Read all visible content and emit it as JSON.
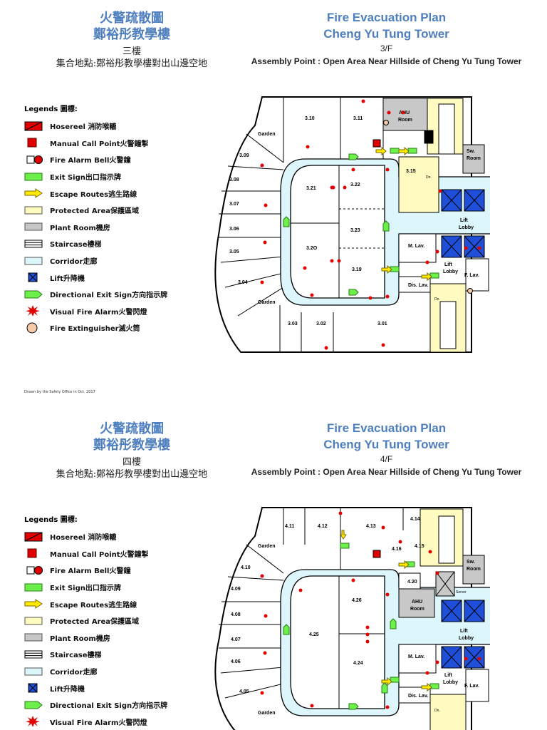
{
  "sheet1": {
    "title_zh": "火警疏散圖",
    "building_zh": "鄭裕彤教學樓",
    "floor_zh": "三樓",
    "assembly_zh": "集合地點:鄭裕彤教學樓對出山邊空地",
    "title_en": "Fire Evacuation Plan",
    "building_en": "Cheng Yu Tung Tower",
    "floor_en": "3/F",
    "assembly_en": "Assembly Point : Open Area Near Hillside of Cheng Yu Tung Tower",
    "legend_title": "Legends 圖標:",
    "legend": [
      {
        "icon": "hosereel-icon",
        "label": "Hosereel 消防喉轆"
      },
      {
        "icon": "manual-call-point-icon",
        "label": "Manual Call Point火警鐘掣"
      },
      {
        "icon": "fire-alarm-bell-icon",
        "label": "Fire Alarm Bell火警鐘"
      },
      {
        "icon": "exit-sign-icon",
        "label": "Exit Sign出口指示牌"
      },
      {
        "icon": "escape-route-icon",
        "label": "Escape Routes逃生路線"
      },
      {
        "icon": "protected-area-icon",
        "label": "Protected Area保護區域"
      },
      {
        "icon": "plant-room-icon",
        "label": "Plant Room機房"
      },
      {
        "icon": "staircase-icon",
        "label": "Staircase樓梯"
      },
      {
        "icon": "corridor-icon",
        "label": "Corridor走廊"
      },
      {
        "icon": "lift-icon",
        "label": "Lift升降機"
      },
      {
        "icon": "directional-exit-sign-icon",
        "label": "Directional Exit Sign方向指示牌"
      },
      {
        "icon": "visual-fire-alarm-icon",
        "label": "Visual Fire Alarm火警閃燈"
      },
      {
        "icon": "fire-extinguisher-icon",
        "label": "Fire Extinguisher滅火筒"
      }
    ],
    "rooms": {
      "r310": "3.10",
      "r311": "3.11",
      "ahu": "AHU",
      "ahu2": "Room",
      "garden_top": "Garden",
      "r309": "3.09",
      "r308": "3.08",
      "r307": "3.07",
      "r306": "3.06",
      "r305": "3.05",
      "r304": "3.04",
      "r321": "3.21",
      "r322": "3.22",
      "r323": "3.23",
      "r320": "3.2O",
      "r319": "3.19",
      "r315": "3.15",
      "swroom1": "Sw.",
      "swroom2": "Room",
      "dn1": "Dn.",
      "lift_lobby1": "Lift",
      "lift_lobby2": "Lobby",
      "mlav": "M. Lav.",
      "lift2a": "Lift",
      "lift2b": "Lobby",
      "flav": "F. Lav.",
      "dislav": "Dis. Lav.",
      "dn2": "Dn.",
      "garden_bottom": "Garden",
      "r303": "3.03",
      "r302": "3.02",
      "r301": "3.01"
    },
    "credit": "Drawn by the Safety Office in Oct. 2017"
  },
  "sheet2": {
    "title_zh": "火警疏散圖",
    "building_zh": "鄭裕彤教學樓",
    "floor_zh": "四樓",
    "assembly_zh": "集合地點:鄭裕彤教學樓對出山邊空地",
    "title_en": "Fire Evacuation Plan",
    "building_en": "Cheng Yu Tung Tower",
    "floor_en": "4/F",
    "assembly_en": "Assembly Point : Open Area Near Hillside of Cheng Yu Tung Tower",
    "legend_title": "Legends 圖標:",
    "legend": [
      {
        "icon": "hosereel-icon",
        "label": "Hosereel 消防喉轆"
      },
      {
        "icon": "manual-call-point-icon",
        "label": "Manual Call Point火警鐘掣"
      },
      {
        "icon": "fire-alarm-bell-icon",
        "label": "Fire Alarm Bell火警鐘"
      },
      {
        "icon": "exit-sign-icon",
        "label": "Exit Sign出口指示牌"
      },
      {
        "icon": "escape-route-icon",
        "label": "Escape Routes逃生路線"
      },
      {
        "icon": "protected-area-icon",
        "label": "Protected Area保護區域"
      },
      {
        "icon": "plant-room-icon",
        "label": "Plant Room機房"
      },
      {
        "icon": "staircase-icon",
        "label": "Staircase樓梯"
      },
      {
        "icon": "corridor-icon",
        "label": "Corridor走廊"
      },
      {
        "icon": "lift-icon",
        "label": "Lift升降機"
      },
      {
        "icon": "directional-exit-sign-icon",
        "label": "Directional Exit Sign方向指示牌"
      },
      {
        "icon": "visual-fire-alarm-icon",
        "label": "Visual Fire Alarm火警閃燈"
      }
    ],
    "rooms": {
      "r411": "4.11",
      "r412": "4.12",
      "r413": "4.13",
      "r414": "4.14",
      "r416": "4.16",
      "r415": "4.15",
      "garden_top": "Garden",
      "r410": "4.10",
      "r409": "4.09",
      "r408": "4.08",
      "r407": "4.07",
      "r406": "4.06",
      "r405": "4.05",
      "r420": "4.20",
      "ahu": "AHU",
      "ahu2": "Room",
      "r426": "4.26",
      "r425": "4.25",
      "r424": "4.24",
      "swroom1": "Sw.",
      "swroom2": "Room",
      "server": "Server",
      "lift_lobby1": "Lift",
      "lift_lobby2": "Lobby",
      "mlav": "M. Lav.",
      "lift2a": "Lift",
      "lift2b": "Lobby",
      "flav": "F. Lav.",
      "dislav": "Dis. Lav.",
      "dn1": "Dn.",
      "garden_bottom": "Garden"
    }
  }
}
